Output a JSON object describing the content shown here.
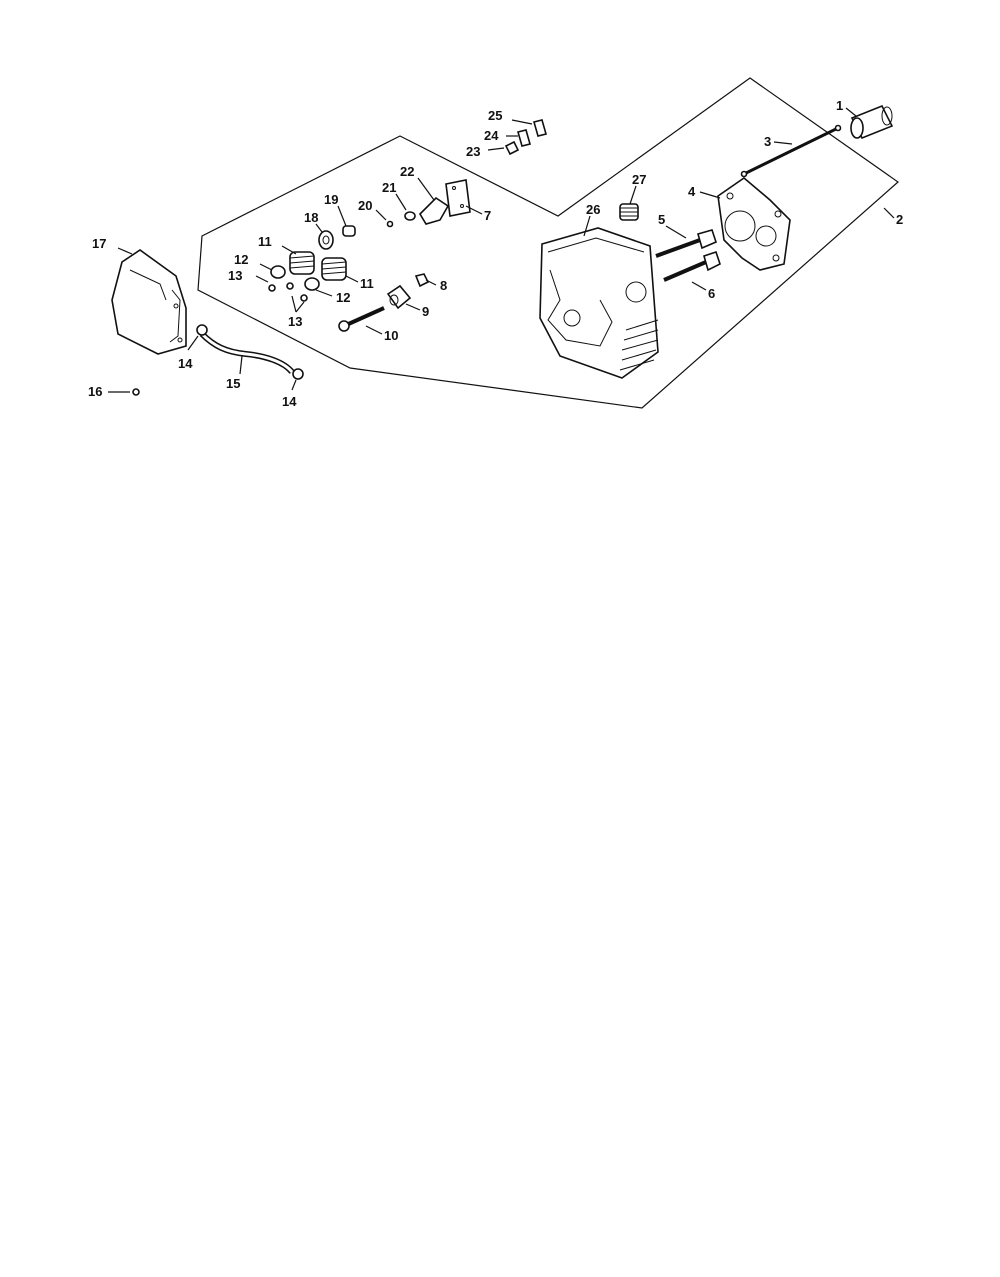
{
  "diagram": {
    "callouts": [
      "1",
      "2",
      "3",
      "4",
      "5",
      "6",
      "7",
      "8",
      "9",
      "10",
      "11",
      "11",
      "12",
      "12",
      "13",
      "13",
      "14",
      "14",
      "15",
      "16",
      "17",
      "18",
      "19",
      "20",
      "21",
      "22",
      "23",
      "24",
      "25",
      "26",
      "27"
    ]
  }
}
